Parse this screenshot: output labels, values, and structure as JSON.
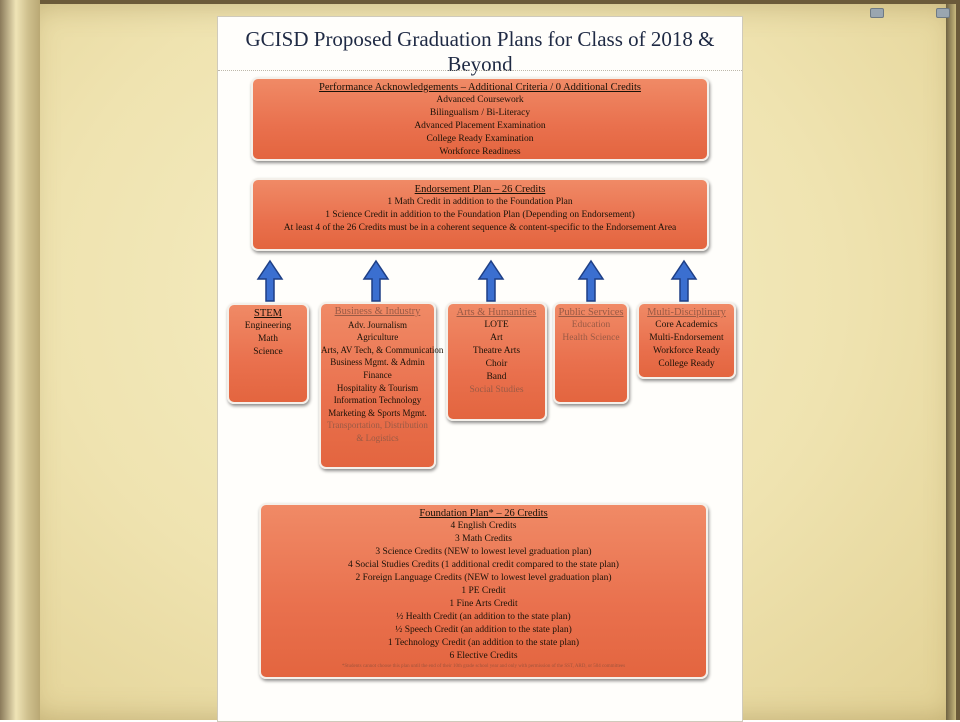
{
  "title": "GCISD Proposed Graduation Plans for Class of 2018 & Beyond",
  "performance": {
    "heading": "Performance Acknowledgements – Additional Criteria / 0 Additional Credits",
    "lines": [
      "Advanced Coursework",
      "Bilingualism / Bi-Literacy",
      "Advanced Placement Examination",
      "College Ready Examination",
      "Workforce Readiness"
    ]
  },
  "endorsement_plan": {
    "heading": "Endorsement Plan – 26 Credits",
    "lines": [
      "1 Math Credit in addition to the Foundation Plan",
      "1 Science Credit in addition to the Foundation Plan (Depending on Endorsement)",
      "At least 4 of the 26 Credits must be in a coherent sequence & content-specific to the Endorsement Area"
    ]
  },
  "endorsements": [
    {
      "heading": "STEM",
      "lines": [
        "Engineering",
        "Math",
        "Science"
      ],
      "faded": []
    },
    {
      "heading": "Business & Industry",
      "lines": [
        "Adv. Journalism",
        "Agriculture",
        "Arts, AV Tech, & Communication",
        "Business Mgmt. & Admin",
        "Finance",
        "Hospitality & Tourism",
        "Information Technology",
        "Marketing & Sports Mgmt."
      ],
      "faded": [
        "Transportation, Distribution",
        "& Logistics"
      ]
    },
    {
      "heading": "Arts & Humanities",
      "lines": [
        "LOTE",
        "Art",
        "Theatre Arts",
        "Choir",
        "Band",
        "Social Studies"
      ],
      "faded": []
    },
    {
      "heading": "Public Services",
      "lines": [
        "Education",
        "Health Science"
      ],
      "faded": []
    },
    {
      "heading": "Multi-Disciplinary",
      "lines": [
        "Core Academics",
        "Multi-Endorsement",
        "Workforce Ready",
        "College Ready"
      ],
      "faded": []
    }
  ],
  "foundation": {
    "heading": "Foundation Plan* – 26 Credits",
    "lines": [
      "4 English Credits",
      "3 Math Credits",
      "3 Science Credits (NEW to lowest level graduation plan)",
      "4 Social Studies Credits (1 additional credit compared to the state plan)",
      "2 Foreign Language Credits (NEW to lowest level graduation plan)",
      "1 PE Credit",
      "1 Fine Arts Credit",
      "½ Health Credit (an addition to the state plan)",
      "½ Speech Credit (an addition to the state plan)",
      "1 Technology Credit (an addition to the state plan)",
      "6 Elective Credits"
    ],
    "note": "*Students cannot choose this plan until the end of their 10th grade school year and only with permission of the SST, ARD, or 504 committees"
  }
}
